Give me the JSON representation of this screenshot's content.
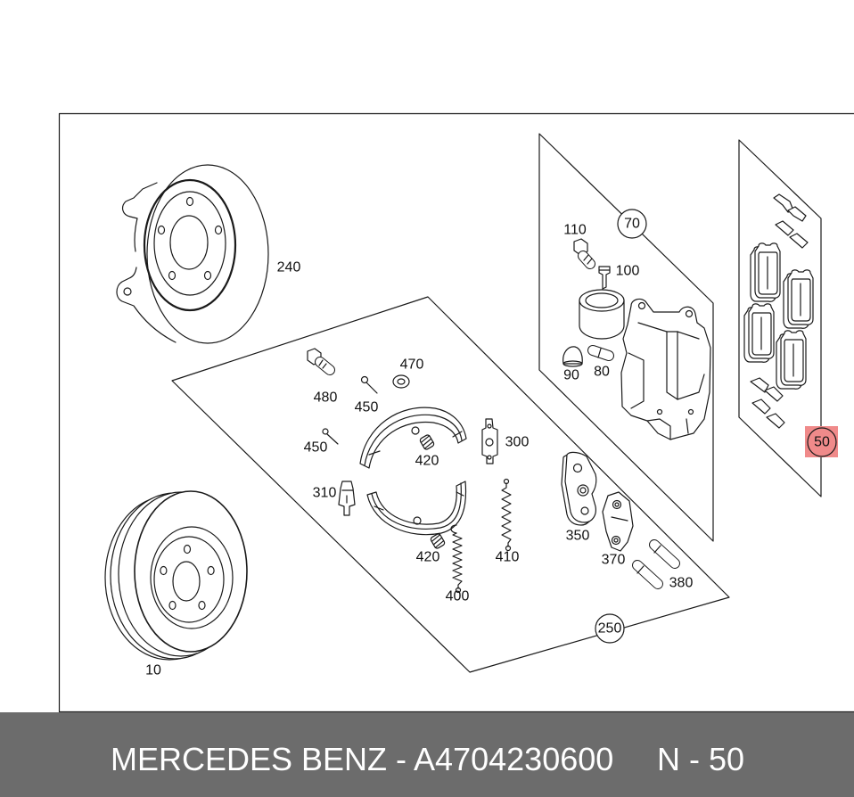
{
  "diagram": {
    "callouts": [
      "240",
      "110",
      "70",
      "100",
      "480",
      "470",
      "450",
      "90",
      "80",
      "450",
      "420",
      "300",
      "310",
      "350",
      "420",
      "410",
      "370",
      "380",
      "400",
      "250",
      "10",
      "50"
    ]
  },
  "footer": {
    "part_label": "MERCEDES BENZ - A4704230600",
    "position_label": "N - 50"
  },
  "colors": {
    "footer_background": "#6c6c6c",
    "footer_text": "#ffffff",
    "highlight": "#f08a8a",
    "line": "#1a1a1a"
  }
}
